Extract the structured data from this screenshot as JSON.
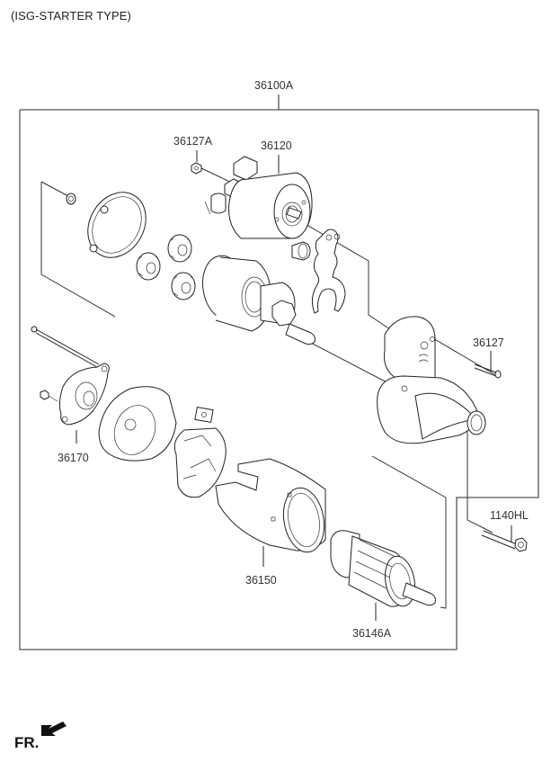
{
  "title": "(ISG-STARTER TYPE)",
  "orientation_label": "FR.",
  "parts": [
    {
      "id": "assembly",
      "number": "36100A",
      "name": "starter-assembly"
    },
    {
      "id": "nut",
      "number": "36127A",
      "name": "nut"
    },
    {
      "id": "solenoid",
      "number": "36120",
      "name": "solenoid-switch"
    },
    {
      "id": "bolt-front",
      "number": "36127",
      "name": "bolt"
    },
    {
      "id": "rear-bracket",
      "number": "36170",
      "name": "rear-bracket"
    },
    {
      "id": "yoke",
      "number": "36150",
      "name": "yoke-assembly"
    },
    {
      "id": "armature",
      "number": "36146A",
      "name": "armature"
    },
    {
      "id": "mount-bolt",
      "number": "1140HL",
      "name": "mounting-bolt"
    }
  ]
}
